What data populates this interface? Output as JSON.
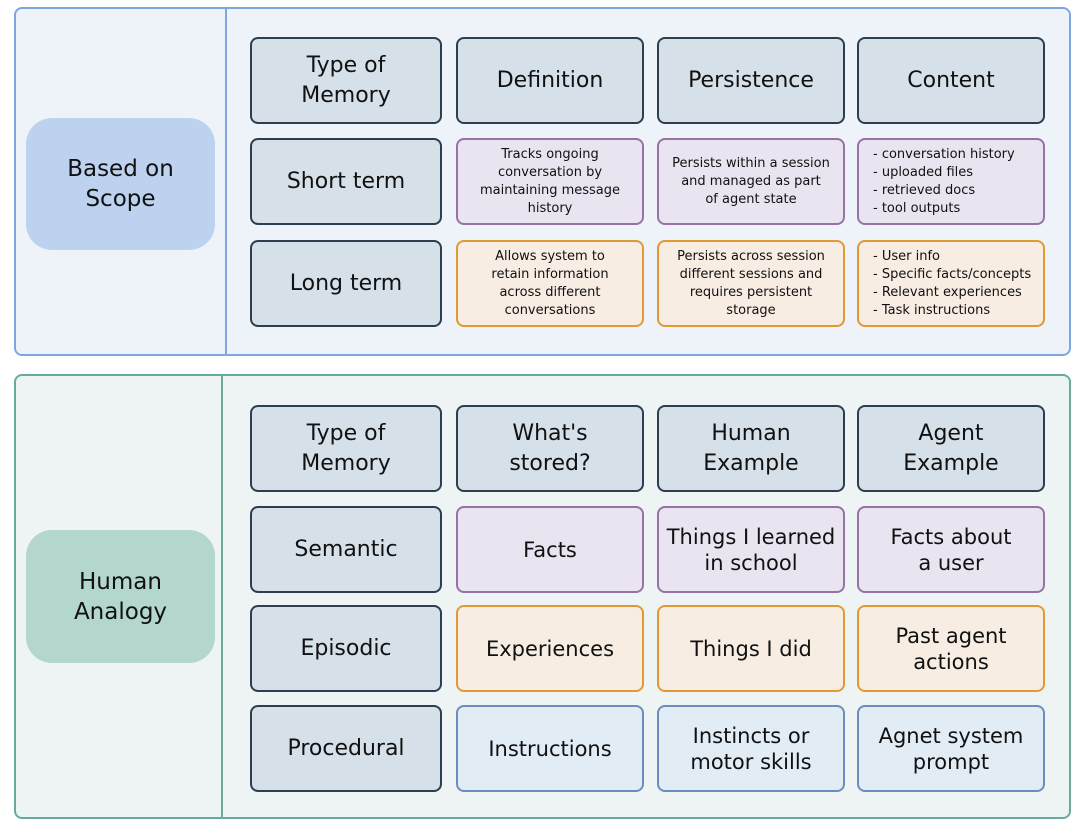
{
  "colors": {
    "header_fill": "#d5e0e8",
    "header_border": "#2c3e50",
    "purple_fill": "#e9e4f0",
    "purple_border": "#9673a6",
    "orange_fill": "#f7ede3",
    "orange_border": "#e19a33",
    "blue_fill": "#e2ecf5",
    "blue_border": "#6c8ebf",
    "scope_panel": "#eef3fa",
    "scope_border": "#7ea6e0",
    "scope_pill": "#bcd2ee",
    "analogy_panel": "#eef4f3",
    "analogy_border": "#67ab9f",
    "analogy_pill": "#b3d7cf"
  },
  "sections": [
    {
      "label": "Based on\nScope",
      "headers": [
        "Type of\nMemory",
        "Definition",
        "Persistence",
        "Content"
      ],
      "rows": [
        {
          "style": "purple",
          "size": "small",
          "cells": [
            "Short term",
            "Tracks ongoing\nconversation by\nmaintaining message\nhistory",
            "Persists within a session\nand managed as part\nof agent state",
            "- conversation history\n- uploaded files\n- retrieved docs\n- tool outputs"
          ]
        },
        {
          "style": "orange",
          "size": "small",
          "cells": [
            "Long term",
            "Allows system to\nretain information\nacross different\nconversations",
            "Persists across session\ndifferent sessions and\nrequires persistent\nstorage",
            "- User info\n- Specific facts/concepts\n- Relevant experiences\n- Task instructions"
          ]
        }
      ]
    },
    {
      "label": "Human\nAnalogy",
      "headers": [
        "Type of\nMemory",
        "What's\nstored?",
        "Human\nExample",
        "Agent\nExample"
      ],
      "rows": [
        {
          "style": "purple",
          "size": "big",
          "cells": [
            "Semantic",
            "Facts",
            "Things I learned\nin school",
            "Facts about\na user"
          ]
        },
        {
          "style": "orange",
          "size": "big",
          "cells": [
            "Episodic",
            "Experiences",
            "Things I did",
            "Past agent\nactions"
          ]
        },
        {
          "style": "blue",
          "size": "big",
          "cells": [
            "Procedural",
            "Instructions",
            "Instincts or\nmotor skills",
            "Agnet system\nprompt"
          ]
        }
      ]
    }
  ]
}
